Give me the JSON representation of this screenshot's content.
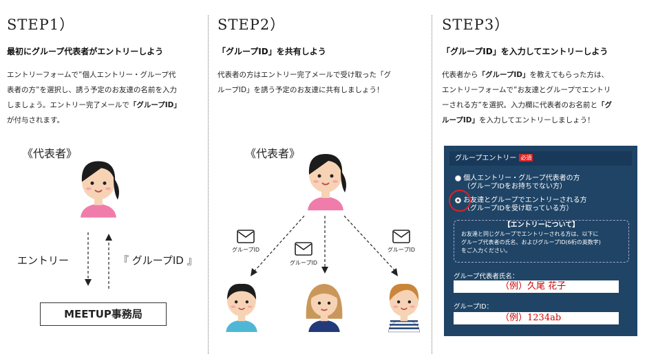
{
  "step1": {
    "title": "STEP1）",
    "heading": "最初にグループ代表者がエントリーしよう",
    "desc1": "エントリーフォームで”個人エントリー・グループ代",
    "desc2": "表者の方”を選択し、誘う予定のお友達の名前を入力",
    "desc3a": "しましょう。エントリー完了メールで",
    "desc3b": "「グループID」",
    "desc4": "が付与されます。",
    "rep_label": "《代表者》",
    "entry_label": "エントリー",
    "groupid_label": "『 グループID 』",
    "office": "MEETUP事務局"
  },
  "step2": {
    "title": "STEP2）",
    "heading": "「グループID」を共有しよう",
    "desc1": "代表者の方はエントリー完了メールで受け取った「グ",
    "desc2": "ループID」を誘う予定のお友達に共有しましょう！",
    "rep_label": "《代表者》",
    "mail_labels": [
      "グループID",
      "グループID",
      "グループID"
    ]
  },
  "step3": {
    "title": "STEP3）",
    "heading": "「グループID」を入力してエントリーしよう",
    "desc1a": "代表者から",
    "desc1b": "「グループID」",
    "desc1c": "を教えてもらった方は、",
    "desc2": "エントリーフォームで”お友達とグループでエントリ",
    "desc3a": "ーされる方”を選択。入力欄に代表者のお名前と",
    "desc3b": "「グ",
    "desc4a": "ループID」",
    "desc4b": "を入力してエントリーしましょう！",
    "form": {
      "header": "グループエントリー",
      "required": "必須",
      "option1_line1": "個人エントリー・グループ代表者の方",
      "option1_line2": "（グループIDをお持ちでない方）",
      "option2_line1": "お友達とグループでエントリーされる方",
      "option2_line2": "（グループIDを受け取っている方）",
      "notice_title": "【エントリーについて】",
      "notice1": "お友達と同じグループでエントリーされる方は、以下に",
      "notice2": "グループ代表者の氏名、およびグループID(6桁の英数字)",
      "notice3": "をご入力ください。",
      "name_label": "グループ代表者氏名：",
      "name_value": "（例）久尾 花子",
      "id_label": "グループID：",
      "id_value": "（例）1234ab"
    }
  },
  "colors": {
    "form_bg": "#1f4466",
    "accent_red": "#d22222",
    "shirt_pink": "#f07cab"
  }
}
